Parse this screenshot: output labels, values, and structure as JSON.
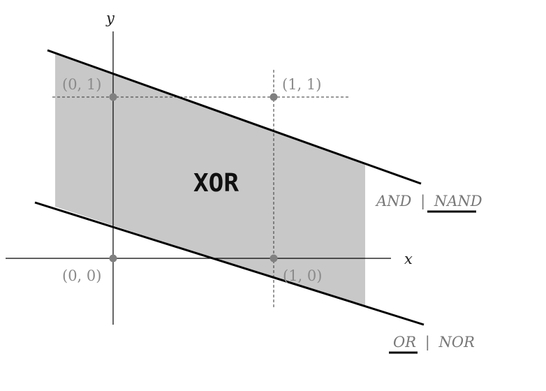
{
  "axes": {
    "x_label": "x",
    "y_label": "y"
  },
  "points": [
    {
      "label": "(0, 0)",
      "x": 0,
      "y": 0
    },
    {
      "label": "(1, 0)",
      "x": 1,
      "y": 0
    },
    {
      "label": "(0, 1)",
      "x": 0,
      "y": 1
    },
    {
      "label": "(1, 1)",
      "x": 1,
      "y": 1
    }
  ],
  "region": {
    "label": "XOR"
  },
  "upper_line": {
    "label_left": "AND",
    "separator": "|",
    "label_right": "NAND",
    "underlined": "right"
  },
  "lower_line": {
    "label_left": "OR",
    "separator": "|",
    "label_right": "NOR",
    "underlined": "left"
  },
  "colors": {
    "region_fill": "#c8c8c8",
    "line": "#000000",
    "axis": "#000000",
    "point": "#808080",
    "point_label": "#8a8a8a",
    "gate_label": "#777777"
  }
}
